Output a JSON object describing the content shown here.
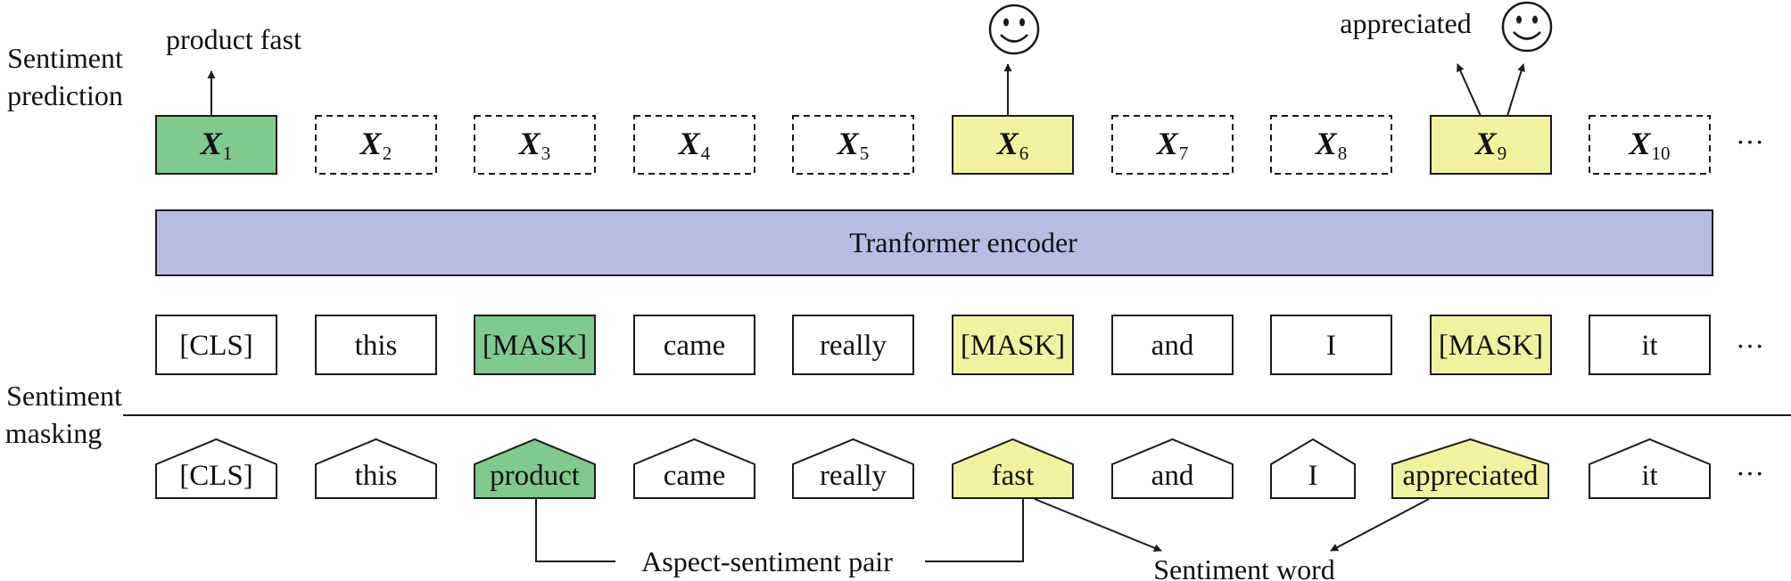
{
  "colors": {
    "green": "#80c98f",
    "yellow": "#f1f1a0",
    "encoder": "#b7bde2",
    "stroke": "#1a1a1a"
  },
  "labels": {
    "sentiment_prediction": [
      "Sentiment",
      "prediction"
    ],
    "sentiment_masking": [
      "Sentiment",
      "masking"
    ],
    "encoder": "Tranformer encoder",
    "aspect_sentiment_pair": "Aspect-sentiment pair",
    "sentiment_word": "Sentiment word",
    "output_x1": "product fast",
    "output_x9": "appreciated",
    "ellipsis": "···"
  },
  "output_tokens": [
    {
      "var": "X",
      "sub": "1",
      "style": "green"
    },
    {
      "var": "X",
      "sub": "2",
      "style": "dashed"
    },
    {
      "var": "X",
      "sub": "3",
      "style": "dashed"
    },
    {
      "var": "X",
      "sub": "4",
      "style": "dashed"
    },
    {
      "var": "X",
      "sub": "5",
      "style": "dashed"
    },
    {
      "var": "X",
      "sub": "6",
      "style": "yellow"
    },
    {
      "var": "X",
      "sub": "7",
      "style": "dashed"
    },
    {
      "var": "X",
      "sub": "8",
      "style": "dashed"
    },
    {
      "var": "X",
      "sub": "9",
      "style": "yellow"
    },
    {
      "var": "X",
      "sub": "10",
      "style": "dashed"
    }
  ],
  "masked_tokens": [
    {
      "text": "[CLS]",
      "style": "plain"
    },
    {
      "text": "this",
      "style": "plain"
    },
    {
      "text": "[MASK]",
      "style": "green"
    },
    {
      "text": "came",
      "style": "plain"
    },
    {
      "text": "really",
      "style": "plain"
    },
    {
      "text": "[MASK]",
      "style": "yellow"
    },
    {
      "text": "and",
      "style": "plain"
    },
    {
      "text": "I",
      "style": "plain"
    },
    {
      "text": "[MASK]",
      "style": "yellow"
    },
    {
      "text": "it",
      "style": "plain"
    }
  ],
  "original_tokens": [
    {
      "text": "[CLS]",
      "style": "plain"
    },
    {
      "text": "this",
      "style": "plain"
    },
    {
      "text": "product",
      "style": "green"
    },
    {
      "text": "came",
      "style": "plain"
    },
    {
      "text": "really",
      "style": "plain"
    },
    {
      "text": "fast",
      "style": "yellow"
    },
    {
      "text": "and",
      "style": "plain"
    },
    {
      "text": "I",
      "style": "plain"
    },
    {
      "text": "appreciated",
      "style": "yellow"
    },
    {
      "text": "it",
      "style": "plain"
    }
  ],
  "icons": [
    "smiley-icon",
    "smiley-icon"
  ]
}
